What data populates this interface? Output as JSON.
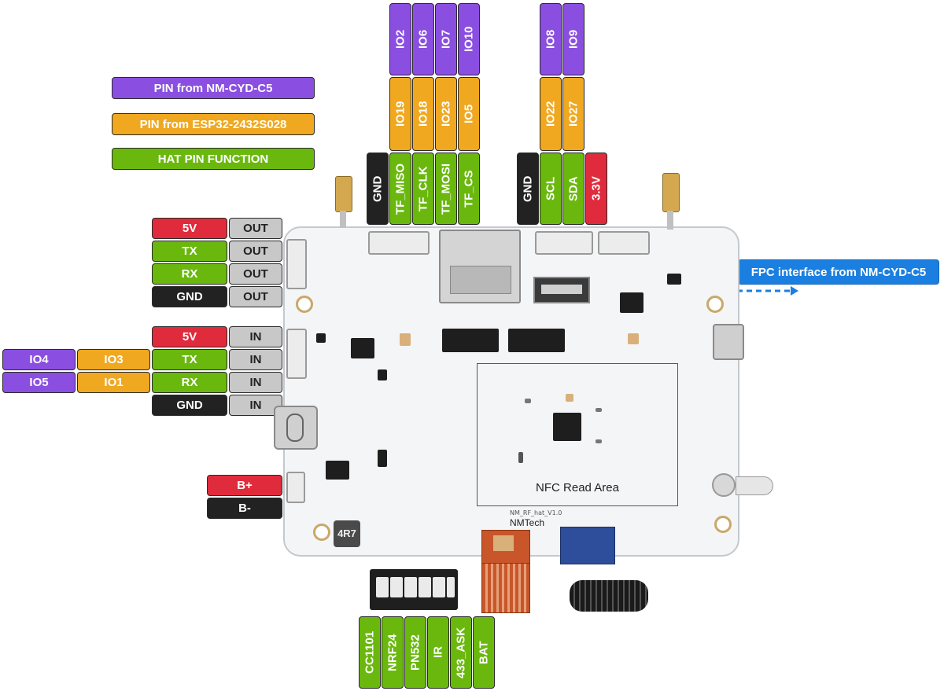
{
  "legend": {
    "nmcyd": "PIN from NM-CYD-C5",
    "esp32": "PIN from ESP32-2432S028",
    "hat": "HAT PIN FUNCTION"
  },
  "top_left_header": {
    "cyd_pins": [
      "IO2",
      "IO6",
      "IO7",
      "IO10"
    ],
    "esp_pins": [
      "IO19",
      "IO18",
      "IO23",
      "IO5"
    ],
    "functions": [
      "GND",
      "TF_MISO",
      "TF_CLK",
      "TF_MOSI",
      "TF_CS"
    ]
  },
  "top_right_header": {
    "cyd_pins": [
      "IO8",
      "IO9"
    ],
    "esp_pins": [
      "IO22",
      "IO27"
    ],
    "functions": [
      "GND",
      "SCL",
      "SDA",
      "3.3V"
    ]
  },
  "out_header": {
    "pins": [
      "5V",
      "TX",
      "RX",
      "GND"
    ],
    "tag": "OUT"
  },
  "in_header": {
    "pins": [
      "5V",
      "TX",
      "RX",
      "GND"
    ],
    "tag": "IN",
    "cyd_pins": [
      "IO4",
      "IO5"
    ],
    "esp_pins": [
      "IO3",
      "IO1"
    ]
  },
  "battery": {
    "pins": [
      "B+",
      "B-"
    ]
  },
  "fpc": {
    "label": "FPC interface from NM-CYD-C5"
  },
  "dip_switch": {
    "labels": [
      "CC1101",
      "NRF24",
      "PN532",
      "IR",
      "433_ASK",
      "BAT"
    ]
  },
  "board": {
    "nfc_label": "NFC Read Area",
    "brand": "NMTech",
    "version": "NM_RF_hat_V1.0",
    "inductor": "4R7"
  },
  "colors": {
    "purple": "#8a4fe0",
    "orange": "#f0a820",
    "green": "#6ab80e",
    "black": "#222222",
    "red": "#e02b3c",
    "gray": "#c8c8c8",
    "blue": "#1a7fe0"
  }
}
